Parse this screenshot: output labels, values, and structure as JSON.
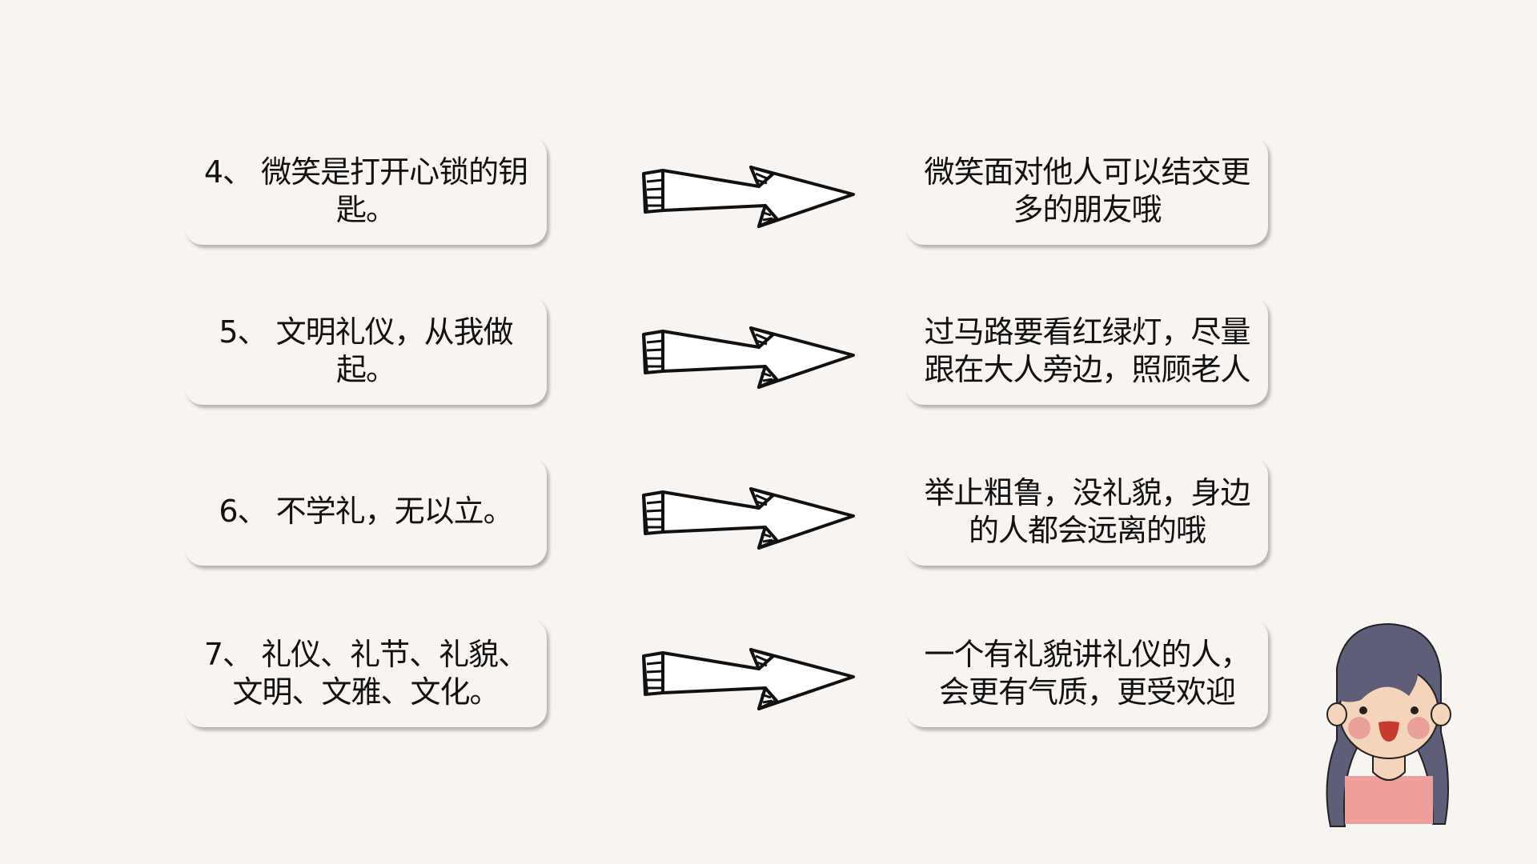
{
  "rows": [
    {
      "left": "4、 微笑是打开心锁的钥匙。",
      "right": "微笑面对他人可以结交更多的朋友哦"
    },
    {
      "left": "5、 文明礼仪，从我做起。",
      "right": "过马路要看红绿灯，尽量跟在大人旁边，照顾老人"
    },
    {
      "left": "6、 不学礼，无以立。",
      "right": "举止粗鲁，没礼貌，身边的人都会远离的哦"
    },
    {
      "left": "7、 礼仪、礼节、礼貌、文明、文雅、文化。",
      "right": "一个有礼貌讲礼仪的人，会更有气质，更受欢迎"
    }
  ]
}
